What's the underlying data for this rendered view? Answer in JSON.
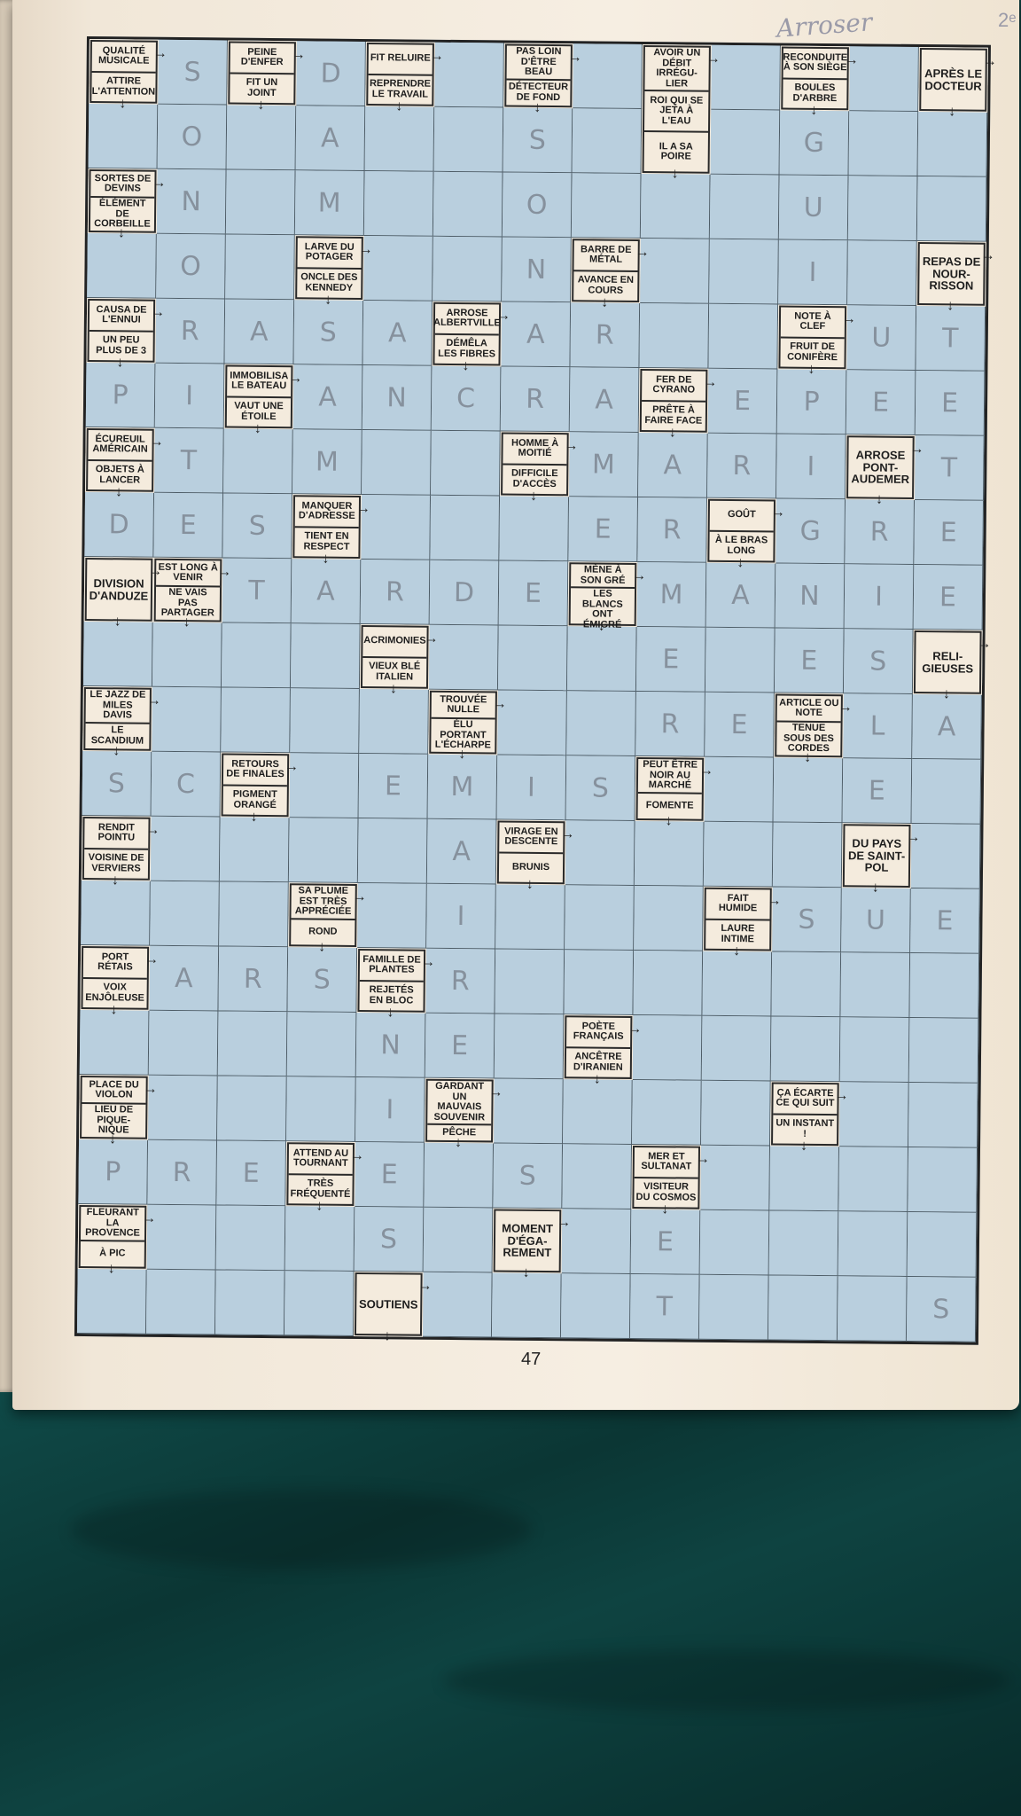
{
  "page": {
    "number": "47",
    "handwritten_note": "Arroser",
    "corner_mark": "2ᵉ"
  },
  "clues": [
    {
      "row": 0,
      "col": 0,
      "h": 1,
      "parts": [
        "Qualité musicale",
        "Attire l'attention"
      ]
    },
    {
      "row": 0,
      "col": 2,
      "h": 1,
      "parts": [
        "Peine d'enfer",
        "Fit un joint"
      ]
    },
    {
      "row": 0,
      "col": 4,
      "h": 1,
      "parts": [
        "Fit reluire",
        "Reprendre le travail"
      ]
    },
    {
      "row": 0,
      "col": 6,
      "h": 1,
      "parts": [
        "Pas loin d'être beau",
        "Détecteur de fond"
      ]
    },
    {
      "row": 0,
      "col": 8,
      "h": 2,
      "parts": [
        "Avoir un débit irrégu-lier",
        "Roi qui se jeta à l'eau",
        "Il a sa poire"
      ]
    },
    {
      "row": 0,
      "col": 10,
      "h": 1,
      "parts": [
        "Reconduite à son siège",
        "Boules d'arbre"
      ]
    },
    {
      "row": 0,
      "col": 12,
      "h": 1,
      "big": true,
      "parts": [
        "Après le docteur"
      ]
    },
    {
      "row": 2,
      "col": 0,
      "h": 1,
      "parts": [
        "Sortes de devins",
        "Élément de corbeille"
      ]
    },
    {
      "row": 3,
      "col": 3,
      "h": 1,
      "parts": [
        "Larve du potager",
        "Oncle des Kennedy"
      ]
    },
    {
      "row": 3,
      "col": 7,
      "h": 1,
      "parts": [
        "Barre de métal",
        "Avance en cours"
      ]
    },
    {
      "row": 3,
      "col": 12,
      "h": 1,
      "big": true,
      "parts": [
        "Repas de nour-risson"
      ]
    },
    {
      "row": 4,
      "col": 0,
      "h": 1,
      "parts": [
        "Causa de l'ennui",
        "Un peu plus de 3"
      ]
    },
    {
      "row": 4,
      "col": 5,
      "h": 1,
      "parts": [
        "Arrose Albertville",
        "Démêla les fibres"
      ]
    },
    {
      "row": 4,
      "col": 10,
      "h": 1,
      "parts": [
        "Note à clef",
        "Fruit de conifère"
      ]
    },
    {
      "row": 5,
      "col": 2,
      "h": 1,
      "parts": [
        "Immobilisa le bateau",
        "Vaut une étoile"
      ]
    },
    {
      "row": 5,
      "col": 8,
      "h": 1,
      "parts": [
        "Fer de Cyrano",
        "Prête à faire face"
      ]
    },
    {
      "row": 6,
      "col": 0,
      "h": 1,
      "parts": [
        "Écureuil américain",
        "Objets à lancer"
      ]
    },
    {
      "row": 6,
      "col": 6,
      "h": 1,
      "parts": [
        "Homme à moitié",
        "Difficile d'accès"
      ]
    },
    {
      "row": 6,
      "col": 11,
      "h": 1,
      "big": true,
      "parts": [
        "Arrose Pont-Audemer"
      ]
    },
    {
      "row": 7,
      "col": 3,
      "h": 1,
      "parts": [
        "Manquer d'adresse",
        "Tient en respect"
      ]
    },
    {
      "row": 7,
      "col": 9,
      "h": 1,
      "parts": [
        "Goût",
        "À le bras long"
      ]
    },
    {
      "row": 8,
      "col": 0,
      "h": 1,
      "big": true,
      "parts": [
        "Division d'Anduze"
      ]
    },
    {
      "row": 8,
      "col": 1,
      "h": 1,
      "parts": [
        "Est long à venir",
        "Ne vais pas partager"
      ]
    },
    {
      "row": 8,
      "col": 7,
      "h": 1,
      "parts": [
        "Mène à son gré",
        "Les blancs ont émigré"
      ]
    },
    {
      "row": 9,
      "col": 4,
      "h": 1,
      "parts": [
        "Acrimonies",
        "Vieux blé italien"
      ]
    },
    {
      "row": 9,
      "col": 12,
      "h": 1,
      "big": true,
      "parts": [
        "Reli-gieuses"
      ]
    },
    {
      "row": 10,
      "col": 0,
      "h": 1,
      "parts": [
        "Le jazz de Miles Davis",
        "Le scandium"
      ]
    },
    {
      "row": 10,
      "col": 5,
      "h": 1,
      "parts": [
        "Trouvée nulle",
        "Élu portant l'écharpe"
      ]
    },
    {
      "row": 10,
      "col": 10,
      "h": 1,
      "parts": [
        "Article ou note",
        "Tenue sous des cordes"
      ]
    },
    {
      "row": 11,
      "col": 2,
      "h": 1,
      "parts": [
        "Retours de finales",
        "Pigment orangé"
      ]
    },
    {
      "row": 11,
      "col": 8,
      "h": 1,
      "parts": [
        "Peut être noir au marché",
        "Fomente"
      ]
    },
    {
      "row": 12,
      "col": 0,
      "h": 1,
      "parts": [
        "Rendit pointu",
        "Voisine de Verviers"
      ]
    },
    {
      "row": 12,
      "col": 6,
      "h": 1,
      "parts": [
        "Virage en descente",
        "Brunis"
      ]
    },
    {
      "row": 12,
      "col": 11,
      "h": 1,
      "big": true,
      "parts": [
        "Du pays de Saint-Pol"
      ]
    },
    {
      "row": 13,
      "col": 3,
      "h": 1,
      "parts": [
        "Sa plume est très appréciée",
        "Rond"
      ]
    },
    {
      "row": 13,
      "col": 9,
      "h": 1,
      "parts": [
        "Fait humide",
        "Laure intime"
      ]
    },
    {
      "row": 14,
      "col": 0,
      "h": 1,
      "parts": [
        "Port rétais",
        "Voix enjôleuse"
      ]
    },
    {
      "row": 14,
      "col": 4,
      "h": 1,
      "parts": [
        "Famille de plantes",
        "Rejetés en bloc"
      ]
    },
    {
      "row": 15,
      "col": 7,
      "h": 1,
      "parts": [
        "Poète français",
        "Ancêtre d'Iranien"
      ]
    },
    {
      "row": 16,
      "col": 0,
      "h": 1,
      "parts": [
        "Place du violon",
        "Lieu de pique-nique"
      ]
    },
    {
      "row": 16,
      "col": 5,
      "h": 1,
      "parts": [
        "Gardant un mauvais souvenir",
        "Pêche"
      ]
    },
    {
      "row": 16,
      "col": 10,
      "h": 1,
      "parts": [
        "Ça écarte ce qui suit",
        "Un instant !"
      ]
    },
    {
      "row": 17,
      "col": 3,
      "h": 1,
      "parts": [
        "Attend au tournant",
        "Très fréquenté"
      ]
    },
    {
      "row": 17,
      "col": 8,
      "h": 1,
      "parts": [
        "Mer et sultanat",
        "Visiteur du cosmos"
      ]
    },
    {
      "row": 18,
      "col": 0,
      "h": 1,
      "parts": [
        "Fleurant la Provence",
        "À pic"
      ]
    },
    {
      "row": 18,
      "col": 6,
      "h": 1,
      "big": true,
      "parts": [
        "Moment d'éga-rement"
      ]
    },
    {
      "row": 19,
      "col": 4,
      "h": 1,
      "big": true,
      "parts": [
        "Soutiens"
      ]
    }
  ],
  "letters": [
    {
      "row": 0,
      "col": 1,
      "ch": "S"
    },
    {
      "row": 0,
      "col": 3,
      "ch": "D"
    },
    {
      "row": 1,
      "col": 1,
      "ch": "O"
    },
    {
      "row": 1,
      "col": 3,
      "ch": "A"
    },
    {
      "row": 1,
      "col": 6,
      "ch": "S"
    },
    {
      "row": 1,
      "col": 10,
      "ch": "G"
    },
    {
      "row": 2,
      "col": 1,
      "ch": "N"
    },
    {
      "row": 2,
      "col": 3,
      "ch": "M"
    },
    {
      "row": 2,
      "col": 6,
      "ch": "O"
    },
    {
      "row": 2,
      "col": 10,
      "ch": "U"
    },
    {
      "row": 3,
      "col": 1,
      "ch": "O"
    },
    {
      "row": 3,
      "col": 6,
      "ch": "N"
    },
    {
      "row": 3,
      "col": 10,
      "ch": "I"
    },
    {
      "row": 4,
      "col": 1,
      "ch": "R"
    },
    {
      "row": 4,
      "col": 2,
      "ch": "A"
    },
    {
      "row": 4,
      "col": 3,
      "ch": "S"
    },
    {
      "row": 4,
      "col": 4,
      "ch": "A"
    },
    {
      "row": 4,
      "col": 6,
      "ch": "A"
    },
    {
      "row": 4,
      "col": 7,
      "ch": "R"
    },
    {
      "row": 4,
      "col": 11,
      "ch": "U"
    },
    {
      "row": 4,
      "col": 12,
      "ch": "T"
    },
    {
      "row": 5,
      "col": 0,
      "ch": "P"
    },
    {
      "row": 5,
      "col": 1,
      "ch": "I"
    },
    {
      "row": 5,
      "col": 3,
      "ch": "A"
    },
    {
      "row": 5,
      "col": 4,
      "ch": "N"
    },
    {
      "row": 5,
      "col": 5,
      "ch": "C"
    },
    {
      "row": 5,
      "col": 6,
      "ch": "R"
    },
    {
      "row": 5,
      "col": 7,
      "ch": "A"
    },
    {
      "row": 5,
      "col": 9,
      "ch": "E"
    },
    {
      "row": 5,
      "col": 10,
      "ch": "P"
    },
    {
      "row": 5,
      "col": 11,
      "ch": "E"
    },
    {
      "row": 5,
      "col": 12,
      "ch": "E"
    },
    {
      "row": 6,
      "col": 1,
      "ch": "T"
    },
    {
      "row": 6,
      "col": 3,
      "ch": "M"
    },
    {
      "row": 6,
      "col": 7,
      "ch": "M"
    },
    {
      "row": 6,
      "col": 8,
      "ch": "A"
    },
    {
      "row": 6,
      "col": 9,
      "ch": "R"
    },
    {
      "row": 6,
      "col": 10,
      "ch": "I"
    },
    {
      "row": 6,
      "col": 12,
      "ch": "T"
    },
    {
      "row": 7,
      "col": 0,
      "ch": "D"
    },
    {
      "row": 7,
      "col": 1,
      "ch": "E"
    },
    {
      "row": 7,
      "col": 2,
      "ch": "S"
    },
    {
      "row": 7,
      "col": 7,
      "ch": "E"
    },
    {
      "row": 7,
      "col": 8,
      "ch": "R"
    },
    {
      "row": 7,
      "col": 10,
      "ch": "G"
    },
    {
      "row": 7,
      "col": 11,
      "ch": "R"
    },
    {
      "row": 7,
      "col": 12,
      "ch": "E"
    },
    {
      "row": 8,
      "col": 2,
      "ch": "T"
    },
    {
      "row": 8,
      "col": 3,
      "ch": "A"
    },
    {
      "row": 8,
      "col": 4,
      "ch": "R"
    },
    {
      "row": 8,
      "col": 5,
      "ch": "D"
    },
    {
      "row": 8,
      "col": 6,
      "ch": "E"
    },
    {
      "row": 8,
      "col": 8,
      "ch": "M"
    },
    {
      "row": 8,
      "col": 9,
      "ch": "A"
    },
    {
      "row": 8,
      "col": 10,
      "ch": "N"
    },
    {
      "row": 8,
      "col": 11,
      "ch": "I"
    },
    {
      "row": 8,
      "col": 12,
      "ch": "E"
    },
    {
      "row": 9,
      "col": 8,
      "ch": "E"
    },
    {
      "row": 9,
      "col": 10,
      "ch": "E"
    },
    {
      "row": 9,
      "col": 11,
      "ch": "S"
    },
    {
      "row": 10,
      "col": 8,
      "ch": "R"
    },
    {
      "row": 10,
      "col": 9,
      "ch": "E"
    },
    {
      "row": 10,
      "col": 11,
      "ch": "L"
    },
    {
      "row": 10,
      "col": 12,
      "ch": "A"
    },
    {
      "row": 11,
      "col": 0,
      "ch": "S"
    },
    {
      "row": 11,
      "col": 1,
      "ch": "C"
    },
    {
      "row": 11,
      "col": 4,
      "ch": "E"
    },
    {
      "row": 11,
      "col": 5,
      "ch": "M"
    },
    {
      "row": 11,
      "col": 6,
      "ch": "I"
    },
    {
      "row": 11,
      "col": 7,
      "ch": "S"
    },
    {
      "row": 11,
      "col": 11,
      "ch": "E"
    },
    {
      "row": 12,
      "col": 5,
      "ch": "A"
    },
    {
      "row": 13,
      "col": 5,
      "ch": "I"
    },
    {
      "row": 13,
      "col": 10,
      "ch": "S"
    },
    {
      "row": 13,
      "col": 11,
      "ch": "U"
    },
    {
      "row": 13,
      "col": 12,
      "ch": "E"
    },
    {
      "row": 14,
      "col": 1,
      "ch": "A"
    },
    {
      "row": 14,
      "col": 2,
      "ch": "R"
    },
    {
      "row": 14,
      "col": 3,
      "ch": "S"
    },
    {
      "row": 14,
      "col": 5,
      "ch": "R"
    },
    {
      "row": 15,
      "col": 4,
      "ch": "N"
    },
    {
      "row": 15,
      "col": 5,
      "ch": "E"
    },
    {
      "row": 16,
      "col": 4,
      "ch": "I"
    },
    {
      "row": 17,
      "col": 0,
      "ch": "P"
    },
    {
      "row": 17,
      "col": 1,
      "ch": "R"
    },
    {
      "row": 17,
      "col": 2,
      "ch": "E"
    },
    {
      "row": 17,
      "col": 4,
      "ch": "E"
    },
    {
      "row": 17,
      "col": 6,
      "ch": "S"
    },
    {
      "row": 18,
      "col": 4,
      "ch": "S"
    },
    {
      "row": 18,
      "col": 8,
      "ch": "E"
    },
    {
      "row": 19,
      "col": 8,
      "ch": "T"
    },
    {
      "row": 19,
      "col": 12,
      "ch": "S"
    }
  ],
  "colors": {
    "grid_cell": "#b9cfde",
    "clue_box": "#f4ebdd",
    "paper": "#f4ecdf",
    "fabric": "#0d3a3a"
  }
}
